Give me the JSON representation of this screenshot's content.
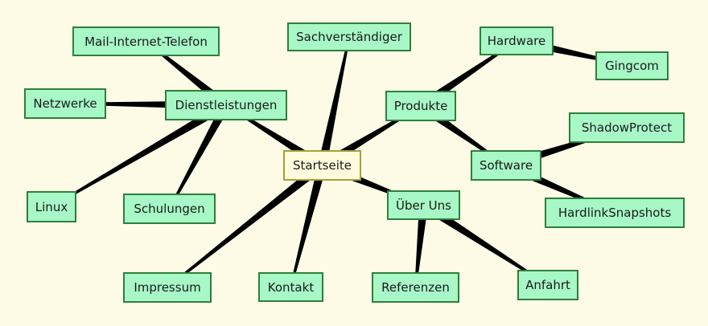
{
  "nodes": {
    "startseite": "Startseite",
    "mail": "Mail-Internet-Telefon",
    "sachverstaendiger": "Sachverständiger",
    "hardware": "Hardware",
    "gingcom": "Gingcom",
    "netzwerke": "Netzwerke",
    "dienstleistungen": "Dienstleistungen",
    "produkte": "Produkte",
    "shadowprotect": "ShadowProtect",
    "software": "Software",
    "linux": "Linux",
    "schulungen": "Schulungen",
    "ueberuns": "Über Uns",
    "hardlink": "HardlinkSnapshots",
    "impressum": "Impressum",
    "kontakt": "Kontakt",
    "referenzen": "Referenzen",
    "anfahrt": "Anfahrt"
  },
  "edges": [
    [
      "startseite",
      "dienstleistungen"
    ],
    [
      "startseite",
      "sachverstaendiger"
    ],
    [
      "startseite",
      "produkte"
    ],
    [
      "startseite",
      "ueberuns"
    ],
    [
      "startseite",
      "impressum"
    ],
    [
      "startseite",
      "kontakt"
    ],
    [
      "dienstleistungen",
      "mail"
    ],
    [
      "dienstleistungen",
      "netzwerke"
    ],
    [
      "dienstleistungen",
      "linux"
    ],
    [
      "dienstleistungen",
      "schulungen"
    ],
    [
      "produkte",
      "hardware"
    ],
    [
      "produkte",
      "software"
    ],
    [
      "hardware",
      "gingcom"
    ],
    [
      "software",
      "shadowprotect"
    ],
    [
      "software",
      "hardlink"
    ],
    [
      "ueberuns",
      "referenzen"
    ],
    [
      "ueberuns",
      "anfahrt"
    ]
  ],
  "colors": {
    "background": "#fdfbe6",
    "node_fill": "#a8f7c6",
    "node_border": "#2f7f3a",
    "root_fill": "#fffbdc",
    "edge": "#000000"
  }
}
